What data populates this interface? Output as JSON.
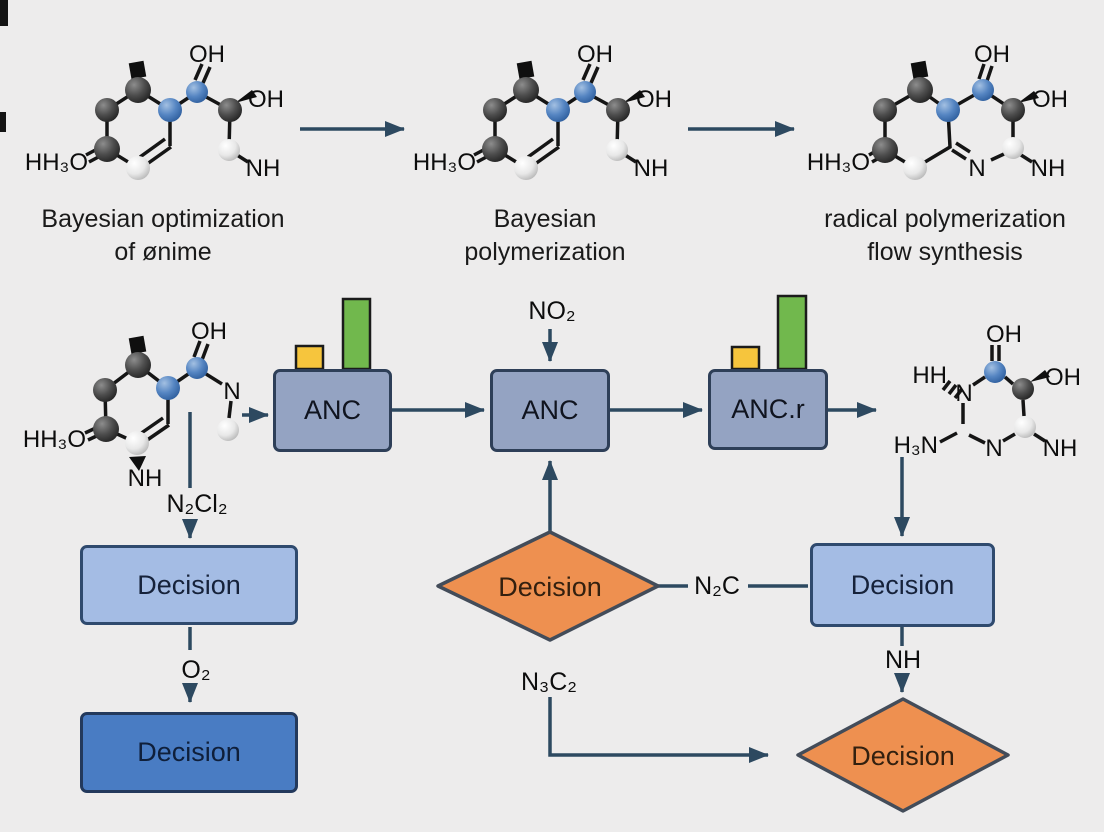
{
  "colors": {
    "background": "#edecec",
    "line": "#2d4960",
    "box_fill": "#94a3c2",
    "box_border": "#2e3f58",
    "decision_light": "#a4bce4",
    "decision_light_border": "#2f4a6e",
    "decision_dark": "#497cc3",
    "decision_dark_border": "#23395c",
    "diamond_fill": "#ee9050",
    "diamond_border": "#434c59",
    "bar_yellow": "#f6c53d",
    "bar_green": "#71b84d"
  },
  "captions": {
    "c1_line1": "Bayesian optimization",
    "c1_line2": "of ønime",
    "c2_line1": "Bayesian",
    "c2_line2": "polymerization",
    "c3_line1": "radical polymerization",
    "c3_line2": "flow synthesis"
  },
  "molecules": {
    "m1": {
      "oh_top": "OH",
      "oh_right": "OH",
      "nh": "NH",
      "hh3o": "HH₃O"
    },
    "m2": {
      "oh_top": "OH",
      "oh_right": "OH",
      "nh": "NH",
      "hh3o": "HH₃O"
    },
    "m3": {
      "oh_top": "OH",
      "oh_right": "OH",
      "nh": "NH",
      "n_bottom": "N",
      "hh3o": "HH₃O"
    },
    "m4": {
      "oh_top": "OH",
      "n_right": "N",
      "nh": "NH",
      "hh3o": "HH₃O"
    },
    "m5": {
      "hh": "HH",
      "n_left": "N",
      "oh_top": "OH",
      "oh_right": "OH",
      "nh": "NH",
      "n_bottom": "N",
      "h3n": "H₃N"
    }
  },
  "flowchart": {
    "anc1_label": "ANC",
    "anc2_label": "ANC",
    "anc3_label": "ANC.r",
    "decision_left1": "Decision",
    "decision_left2": "Decision",
    "decision_right": "Decision",
    "diamond_mid": "Decision",
    "diamond_bottom": "Decision",
    "edge_labels": {
      "n2cl2": "N₂Cl₂",
      "o2": "O₂",
      "no2": "NO₂",
      "n2c": "N₂C",
      "n3c2": "N₃C₂",
      "nh": "NH"
    }
  }
}
